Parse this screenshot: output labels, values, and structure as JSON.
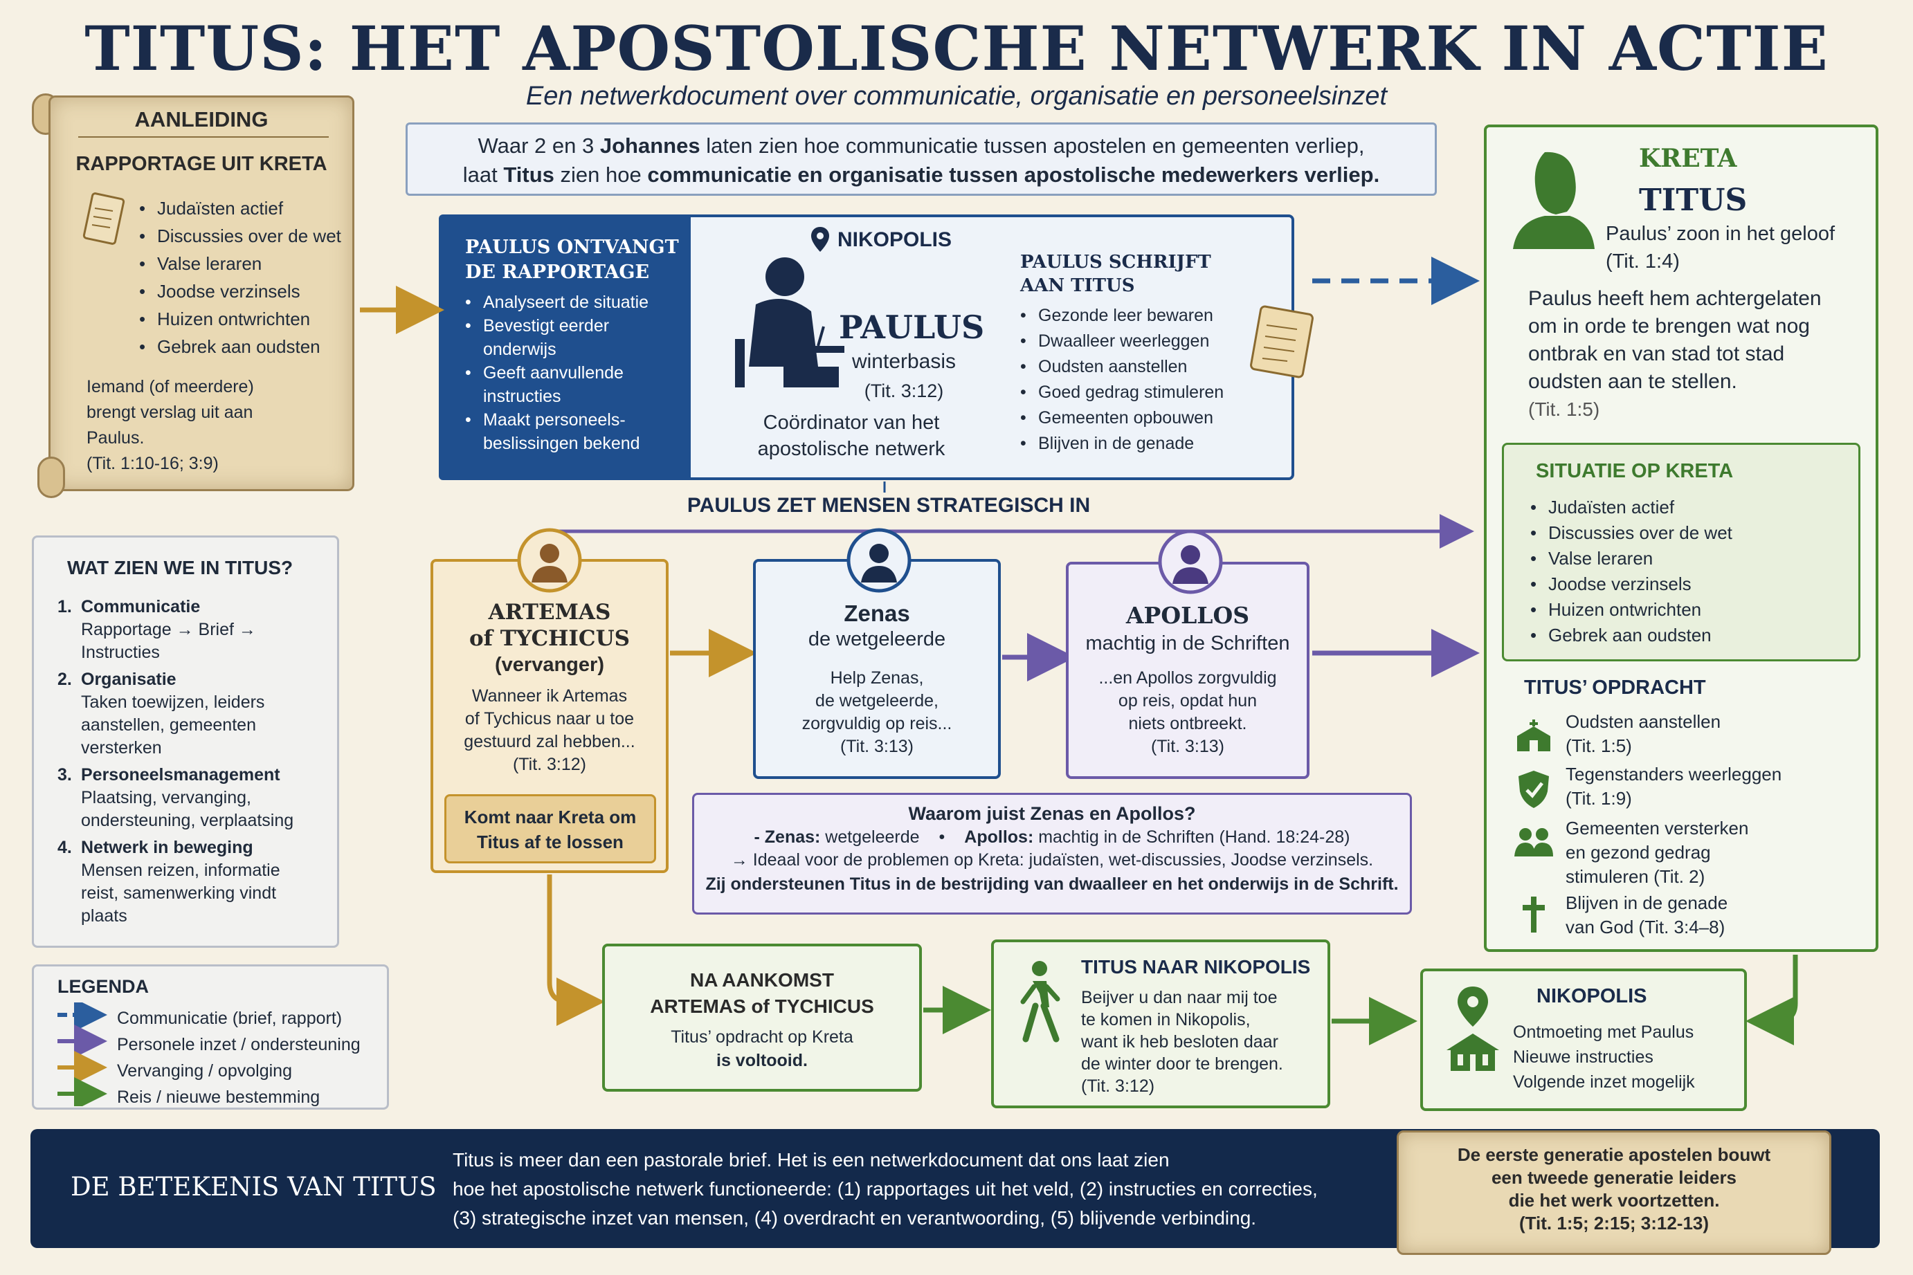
{
  "title": "TITUS: HET APOSTOLISCHE NETWERK IN ACTIE",
  "subtitle": "Een netwerkdocument over communicatie, organisatie en personeelsinzet",
  "intro": {
    "line1_a": "Waar 2 en 3 ",
    "line1_b": "Johannes",
    "line1_c": " laten zien hoe communicatie tussen apostelen en gemeenten verliep,",
    "line2_a": "laat ",
    "line2_b": "Titus",
    "line2_c": " zien hoe ",
    "line2_d": "communicatie en organisatie tussen apostolische medewerkers verliep."
  },
  "aanleiding": {
    "heading": "AANLEIDING",
    "subheading": "RAPPORTAGE UIT KRETA",
    "items": [
      "Judaïsten actief",
      "Discussies over de wet",
      "Valse leraren",
      "Joodse verzinsels",
      "Huizen ontwrichten",
      "Gebrek aan oudsten"
    ],
    "note": [
      "Iemand (of meerdere)",
      "brengt verslag uit aan",
      "Paulus.",
      "(Tit. 1:10-16; 3:9)"
    ]
  },
  "paulus_ontvangt": {
    "heading": [
      "PAULUS ONTVANGT",
      "DE RAPPORTAGE"
    ],
    "items": [
      [
        "Analyseert de situatie"
      ],
      [
        "Bevestigt eerder",
        "onderwijs"
      ],
      [
        "Geeft aanvullende",
        "instructies"
      ],
      [
        "Maakt personeels-",
        "beslissingen bekend"
      ]
    ]
  },
  "paulus_center": {
    "location": "NIKOPOLIS",
    "name": "PAULUS",
    "base": "winterbasis",
    "ref": "(Tit. 3:12)",
    "role": [
      "Coördinator van het",
      "apostolische netwerk"
    ]
  },
  "paulus_schrijft": {
    "heading": [
      "PAULUS SCHRIJFT",
      "AAN TITUS"
    ],
    "items": [
      "Gezonde leer bewaren",
      "Dwaalleer weerleggen",
      "Oudsten aanstellen",
      "Goed gedrag stimuleren",
      "Gemeenten opbouwen",
      "Blijven in de genade"
    ]
  },
  "kreta": {
    "heading": "KRETA",
    "name": "TITUS",
    "desc": [
      "Paulus’ zoon in het geloof",
      "(Tit. 1:4)"
    ],
    "text": [
      "Paulus heeft hem achtergelaten",
      "om in orde te brengen wat nog",
      "ontbrak en van stad tot stad",
      "oudsten aan te stellen."
    ],
    "ref": "(Tit. 1:5)",
    "situatie_heading": "SITUATIE OP KRETA",
    "situatie": [
      "Judaïsten actief",
      "Discussies over de wet",
      "Valse leraren",
      "Joodse verzinsels",
      "Huizen ontwrichten",
      "Gebrek aan oudsten"
    ],
    "opdracht_heading": "TITUS’ OPDRACHT",
    "opdracht": [
      {
        "icon": "church-icon",
        "lines": [
          "Oudsten aanstellen",
          "(Tit. 1:5)"
        ]
      },
      {
        "icon": "shield-icon",
        "lines": [
          "Tegenstanders weerleggen",
          "(Tit. 1:9)"
        ]
      },
      {
        "icon": "people-icon",
        "lines": [
          "Gemeenten versterken",
          "en gezond gedrag",
          "stimuleren (Tit. 2)"
        ]
      },
      {
        "icon": "cross-icon",
        "lines": [
          "Blijven in de genade",
          "van God (Tit. 3:4–8)"
        ]
      }
    ]
  },
  "strategisch": "PAULUS ZET MENSEN STRATEGISCH IN",
  "artemas": {
    "name": [
      "ARTEMAS",
      "of TYCHICUS"
    ],
    "role": "(vervanger)",
    "quote": [
      "Wanneer ik Artemas",
      "of Tychicus naar u toe",
      "gestuurd zal hebben...",
      "(Tit. 3:12)"
    ],
    "action": [
      "Komt naar Kreta om",
      "Titus af te lossen"
    ]
  },
  "zenas": {
    "name": "Zenas",
    "role": "de wetgeleerde",
    "quote": [
      "Help Zenas,",
      "de wetgeleerde,",
      "zorgvuldig op reis...",
      "(Tit. 3:13)"
    ]
  },
  "apollos": {
    "name": "APOLLOS",
    "role": "machtig in de Schriften",
    "quote": [
      "...en Apollos zorgvuldig",
      "op reis, opdat hun",
      "niets ontbreekt.",
      "(Tit. 3:13)"
    ]
  },
  "waarom": {
    "heading": "Waarom juist Zenas en Apollos?",
    "l1_a": "- Zenas:",
    "l1_b": " wetgeleerde",
    "l1_c": "Apollos:",
    "l1_d": " machtig in de Schriften (Hand. 18:24-28)",
    "l2": "→ Ideaal voor de problemen op Kreta: judaïsten, wet-discussies, Joodse verzinsels.",
    "l3": "Zij ondersteunen Titus in de bestrijding van dwaalleer en het onderwijs in de Schrift."
  },
  "wat_zien": {
    "heading": "WAT ZIEN WE IN TITUS?",
    "items": [
      {
        "n": "1.",
        "title": "Communicatie",
        "lines": [
          "Rapportage → Brief →",
          "Instructies"
        ]
      },
      {
        "n": "2.",
        "title": "Organisatie",
        "lines": [
          "Taken toewijzen, leiders",
          "aanstellen, gemeenten",
          "versterken"
        ]
      },
      {
        "n": "3.",
        "title": "Personeelsmanagement",
        "lines": [
          "Plaatsing, vervanging,",
          "ondersteuning, verplaatsing"
        ]
      },
      {
        "n": "4.",
        "title": "Netwerk in beweging",
        "lines": [
          "Mensen reizen, informatie",
          "reist, samenwerking vindt",
          "plaats"
        ]
      }
    ]
  },
  "legenda": {
    "heading": "LEGENDA",
    "items": [
      {
        "label": "Communicatie (brief, rapport)",
        "color": "#2b5e9e",
        "dashed": true
      },
      {
        "label": "Personele inzet / ondersteuning",
        "color": "#6b5aa8",
        "dashed": false
      },
      {
        "label": "Vervanging / opvolging",
        "color": "#c4932c",
        "dashed": false
      },
      {
        "label": "Reis / nieuwe bestemming",
        "color": "#4b8a32",
        "dashed": false
      }
    ]
  },
  "na_aankomst": {
    "heading": [
      "NA AANKOMST",
      "ARTEMAS of TYCHICUS"
    ],
    "text": "Titus’ opdracht op Kreta",
    "bold": "is voltooid."
  },
  "titus_naar": {
    "heading": "TITUS NAAR NIKOPOLIS",
    "text": [
      "Beijver u dan naar mij toe",
      "te komen in Nikopolis,",
      "want ik heb besloten daar",
      "de winter door te brengen.",
      "(Tit. 3:12)"
    ]
  },
  "nikopolis": {
    "heading": "NIKOPOLIS",
    "lines": [
      "Ontmoeting met Paulus",
      "Nieuwe instructies",
      "Volgende inzet mogelijk"
    ]
  },
  "footer": {
    "heading": "DE BETEKENIS VAN TITUS",
    "l1_a": "Titus is meer dan een pastorale brief.  Het is een netwerkdocument",
    "l1_b": " dat ons laat zien",
    "l2": "hoe het apostolische netwerk functioneerde: (1) rapportages uit het veld, (2) instructies en correcties,",
    "l3": "(3) strategische inzet van mensen, (4) overdracht en verantwoording, (5) blijvende verbinding.",
    "quote": [
      "De eerste generatie apostelen bouwt",
      "een tweede generatie leiders",
      "die het werk voortzetten."
    ],
    "quote_ref": "(Tit. 1:5; 2:15; 3:12-13)"
  },
  "colors": {
    "navy": "#1a2b4a",
    "blue": "#1f4f8e",
    "green": "#4b8a32",
    "gold": "#c4932c",
    "purple": "#6b5aa8"
  }
}
